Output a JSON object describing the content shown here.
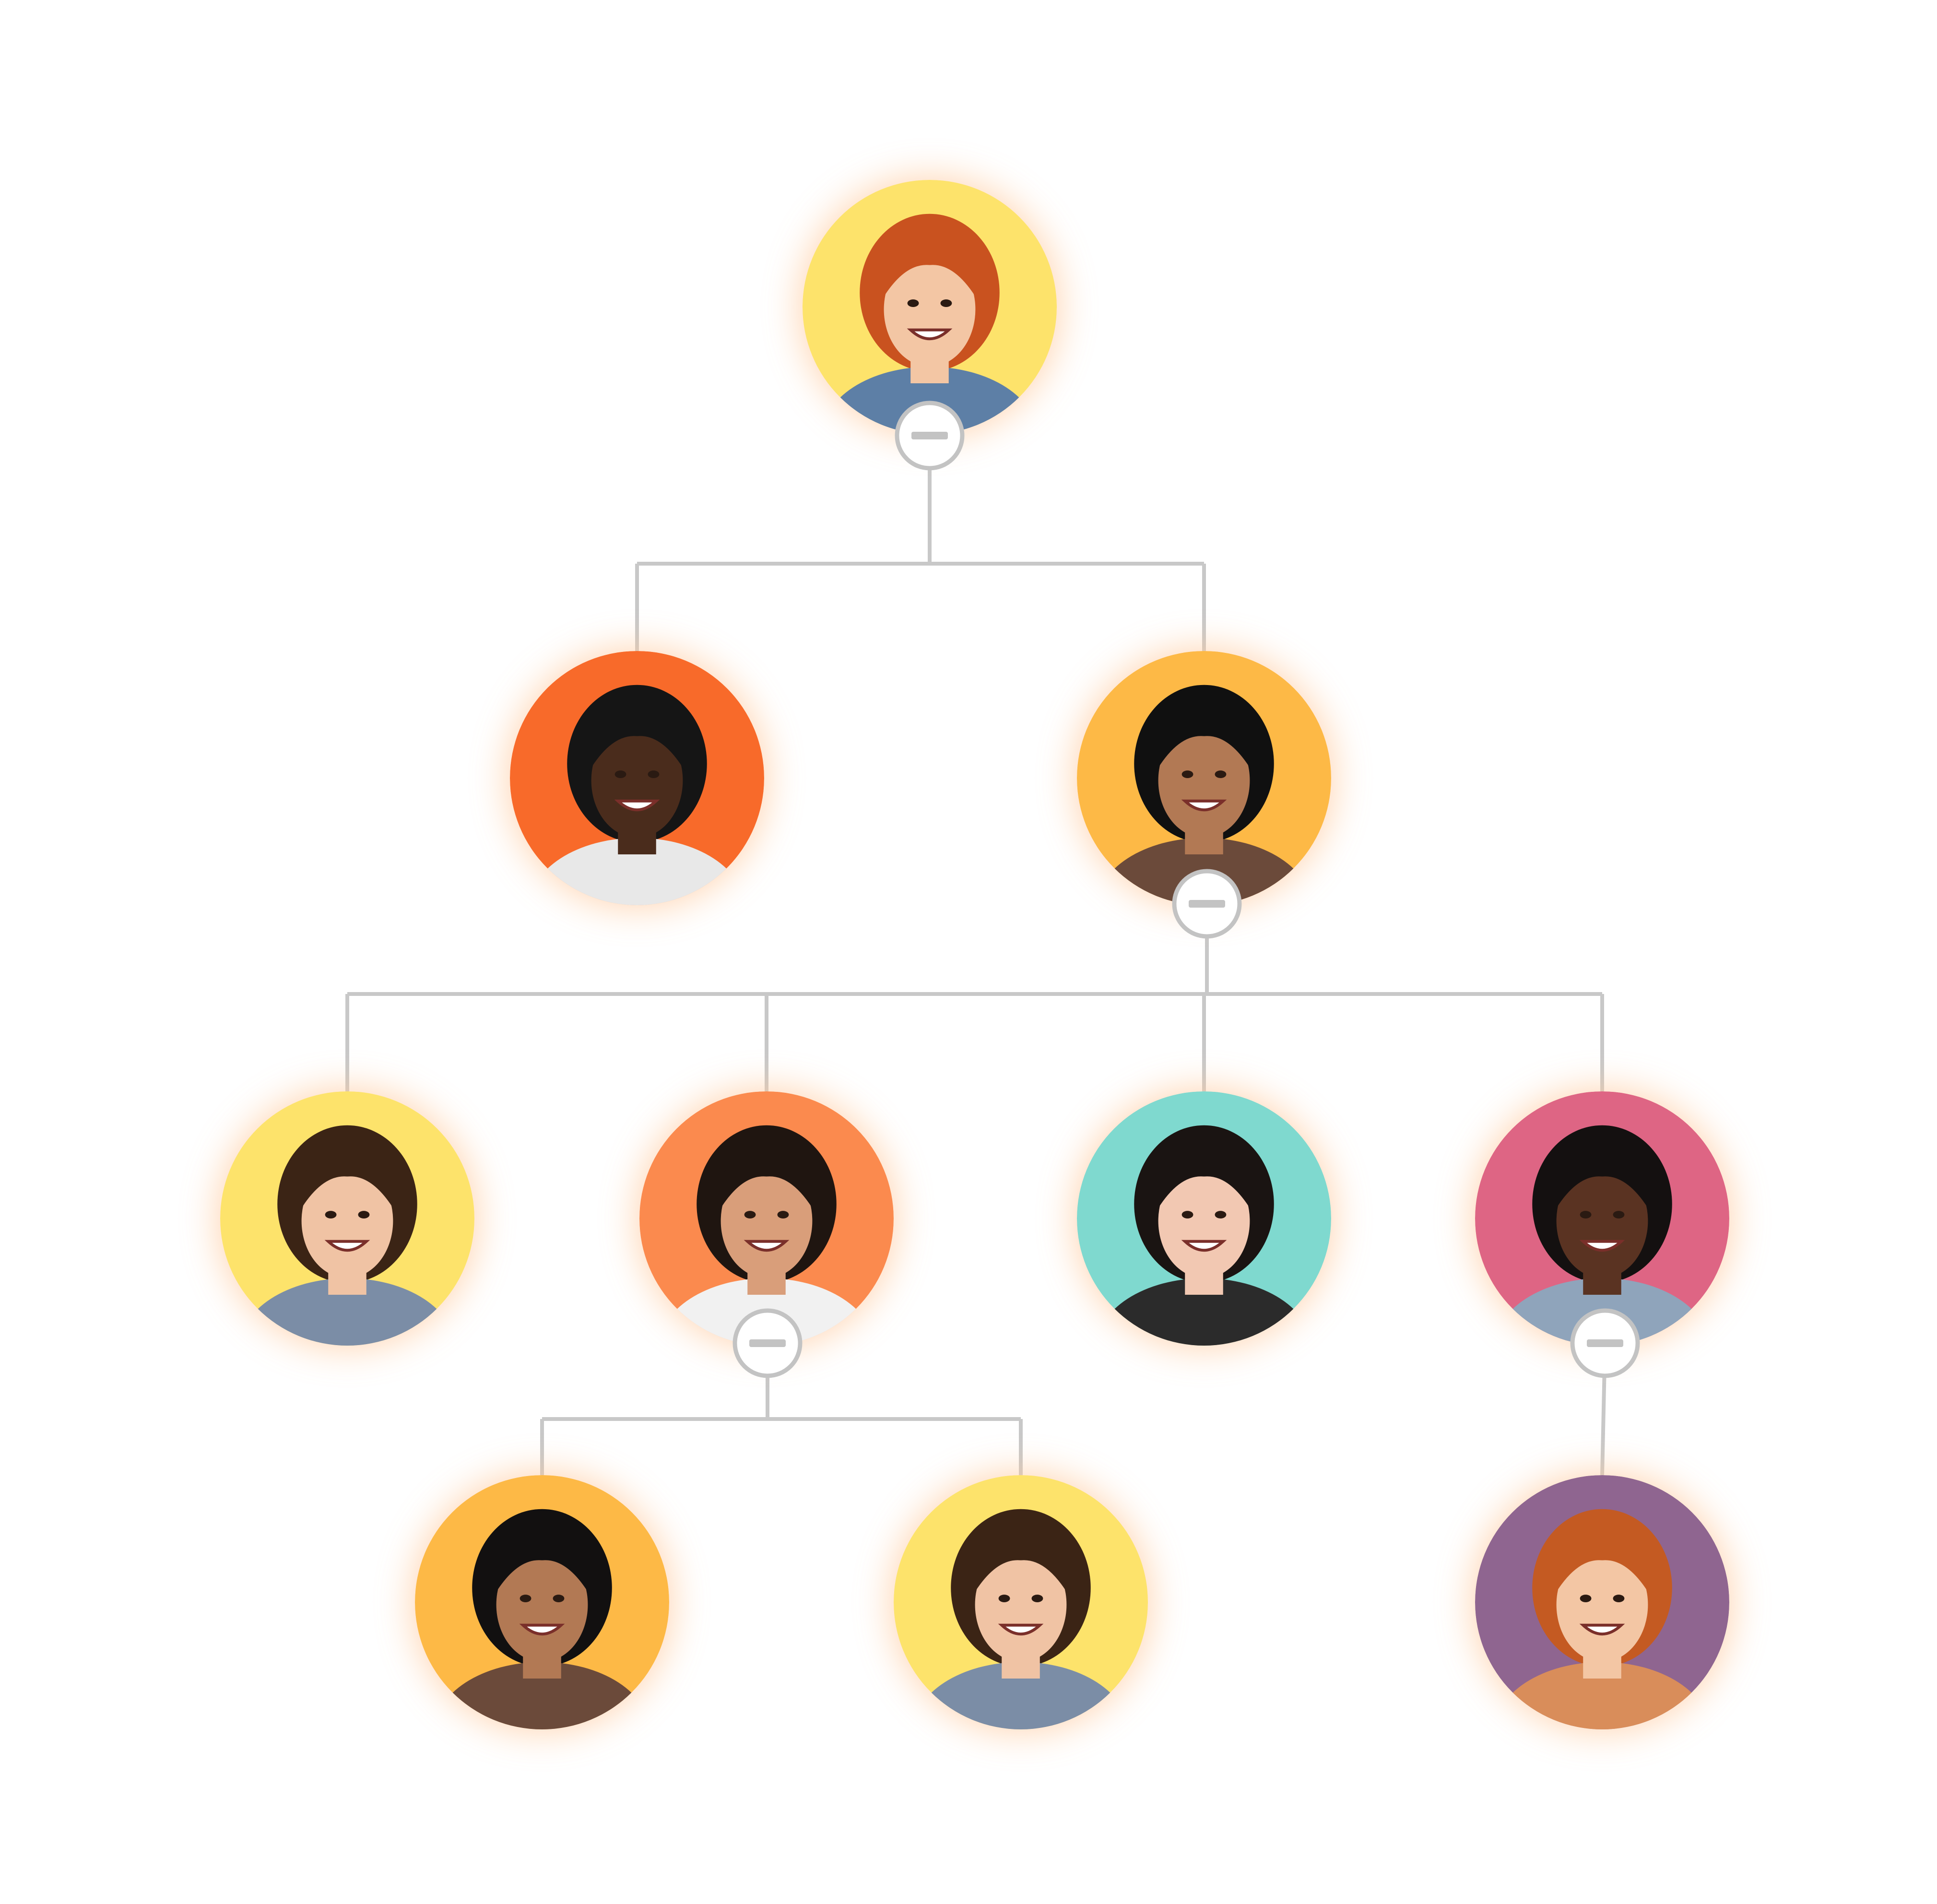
{
  "chart": {
    "type": "org-chart",
    "colors": {
      "connector": "#c8c8c8",
      "toggle": "#c3c3c3",
      "glow": "#ffc89a"
    },
    "nodes": [
      {
        "id": "n1",
        "parent": null,
        "bg": "#fde36b",
        "hair": "#c9521f",
        "skin": "#f3c6a4",
        "shirt": "#5d7fa6",
        "collapse_icon": "minus-icon"
      },
      {
        "id": "n2",
        "parent": "n1",
        "bg": "#f86a2a",
        "hair": "#151515",
        "skin": "#4a2c1c",
        "shirt": "#e8e8e8",
        "collapse_icon": null
      },
      {
        "id": "n3",
        "parent": "n1",
        "bg": "#fdb946",
        "hair": "#101010",
        "skin": "#b27954",
        "shirt": "#6b4a3a",
        "collapse_icon": "minus-icon"
      },
      {
        "id": "n4",
        "parent": "n3",
        "bg": "#fde36b",
        "hair": "#3b2415",
        "skin": "#f0c3a4",
        "shirt": "#7b8da6",
        "collapse_icon": null
      },
      {
        "id": "n5",
        "parent": "n3",
        "bg": "#fb8a4e",
        "hair": "#1f1510",
        "skin": "#d99e7a",
        "shirt": "#f1f1f1",
        "collapse_icon": "minus-icon"
      },
      {
        "id": "n6",
        "parent": "n3",
        "bg": "#7fd9cf",
        "hair": "#1a1412",
        "skin": "#f2c8b2",
        "shirt": "#2b2b2b",
        "collapse_icon": null
      },
      {
        "id": "n7",
        "parent": "n3",
        "bg": "#de6584",
        "hair": "#141010",
        "skin": "#5a3322",
        "shirt": "#8fa4bb",
        "collapse_icon": "minus-icon"
      },
      {
        "id": "n8",
        "parent": "n5",
        "bg": "#fdb946",
        "hair": "#121010",
        "skin": "#b27954",
        "shirt": "#6b4a3a",
        "collapse_icon": null
      },
      {
        "id": "n9",
        "parent": "n5",
        "bg": "#fde36b",
        "hair": "#3b2415",
        "skin": "#f0c3a4",
        "shirt": "#7b8da6",
        "collapse_icon": null
      },
      {
        "id": "n10",
        "parent": "n7",
        "bg": "#8f6590",
        "hair": "#c45a22",
        "skin": "#f3c6a4",
        "shirt": "#d98d5a",
        "collapse_icon": null
      }
    ]
  }
}
